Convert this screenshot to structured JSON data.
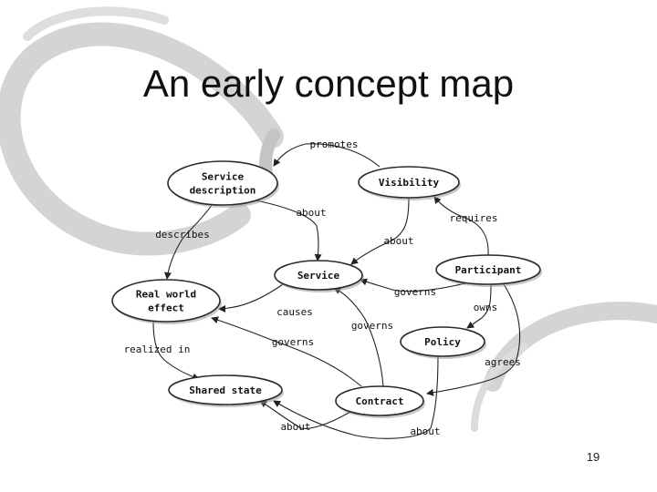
{
  "slide": {
    "title": "An early concept map",
    "page_number": "19"
  },
  "concept_map": {
    "nodes": [
      {
        "id": "service_description",
        "lines": [
          "Service",
          "description"
        ]
      },
      {
        "id": "visibility",
        "lines": [
          "Visibility"
        ]
      },
      {
        "id": "service",
        "lines": [
          "Service"
        ]
      },
      {
        "id": "participant",
        "lines": [
          "Participant"
        ]
      },
      {
        "id": "real_world_effect",
        "lines": [
          "Real world",
          "effect"
        ]
      },
      {
        "id": "policy",
        "lines": [
          "Policy"
        ]
      },
      {
        "id": "shared_state",
        "lines": [
          "Shared state"
        ]
      },
      {
        "id": "contract",
        "lines": [
          "Contract"
        ]
      }
    ],
    "edges": [
      {
        "from": "visibility",
        "to": "service_description",
        "label": "promotes"
      },
      {
        "from": "service_description",
        "to": "service",
        "label": "about"
      },
      {
        "from": "service_description",
        "to": "real_world_effect",
        "label": "describes"
      },
      {
        "from": "participant",
        "to": "visibility",
        "label": "requires"
      },
      {
        "from": "visibility",
        "to": "service",
        "label": "about"
      },
      {
        "from": "participant",
        "to": "service",
        "label": "governs"
      },
      {
        "from": "service",
        "to": "real_world_effect",
        "label": "causes"
      },
      {
        "from": "contract",
        "to": "service",
        "label": "governs"
      },
      {
        "from": "participant",
        "to": "policy",
        "label": "owns"
      },
      {
        "from": "contract",
        "to": "real_world_effect",
        "label": "governs"
      },
      {
        "from": "participant",
        "to": "contract",
        "label": "agrees"
      },
      {
        "from": "real_world_effect",
        "to": "shared_state",
        "label": "realized in"
      },
      {
        "from": "contract",
        "to": "shared_state",
        "label": "about"
      },
      {
        "from": "policy",
        "to": "shared_state",
        "label": "about"
      }
    ]
  }
}
